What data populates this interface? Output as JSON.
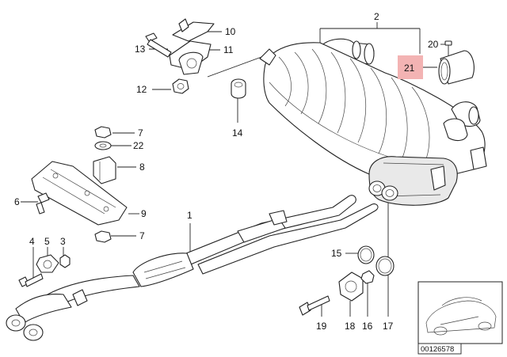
{
  "diagram": {
    "reference_number": "00126578",
    "highlight_color": "#f3b3b3",
    "callouts": [
      {
        "id": "c1",
        "label": "1"
      },
      {
        "id": "c2",
        "label": "2"
      },
      {
        "id": "c3",
        "label": "3"
      },
      {
        "id": "c4",
        "label": "4"
      },
      {
        "id": "c5",
        "label": "5"
      },
      {
        "id": "c6",
        "label": "6"
      },
      {
        "id": "c7a",
        "label": "7"
      },
      {
        "id": "c7b",
        "label": "7"
      },
      {
        "id": "c8",
        "label": "8"
      },
      {
        "id": "c9",
        "label": "9"
      },
      {
        "id": "c10",
        "label": "10"
      },
      {
        "id": "c11",
        "label": "11"
      },
      {
        "id": "c12",
        "label": "12"
      },
      {
        "id": "c13",
        "label": "13"
      },
      {
        "id": "c14",
        "label": "14"
      },
      {
        "id": "c15",
        "label": "15"
      },
      {
        "id": "c16",
        "label": "16"
      },
      {
        "id": "c17",
        "label": "17"
      },
      {
        "id": "c18",
        "label": "18"
      },
      {
        "id": "c19",
        "label": "19"
      },
      {
        "id": "c20",
        "label": "20"
      },
      {
        "id": "c21",
        "label": "21",
        "highlighted": true
      },
      {
        "id": "c22",
        "label": "22"
      }
    ]
  }
}
